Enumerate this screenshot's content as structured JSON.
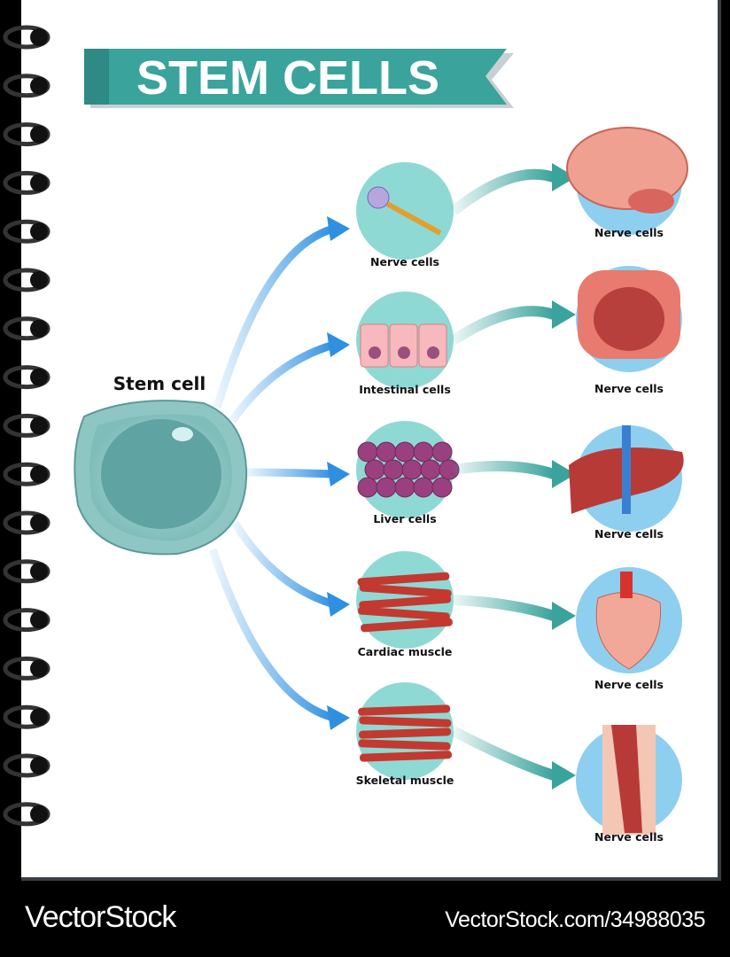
{
  "title": "STEM CELLS",
  "source": {
    "label": "Stem cell"
  },
  "colors": {
    "banner": "#3aa39c",
    "middle_circle": "#8fd9d5",
    "right_circle": "#8ecff0",
    "blue_arrow": "#3a9be6",
    "teal_arrow": "#3aa39c",
    "stem_cell": "#8ec6c4"
  },
  "branches": [
    {
      "cell_label": "Nerve cells",
      "cell_icon": "neuron-icon",
      "organ_label": "Nerve cells",
      "organ_icon": "brain-icon"
    },
    {
      "cell_label": "Intestinal cells",
      "cell_icon": "intestinal-cells-icon",
      "organ_label": "Nerve cells",
      "organ_icon": "intestine-icon"
    },
    {
      "cell_label": "Liver cells",
      "cell_icon": "liver-cells-icon",
      "organ_label": "Nerve cells",
      "organ_icon": "liver-icon"
    },
    {
      "cell_label": "Cardiac muscle",
      "cell_icon": "cardiac-muscle-icon",
      "organ_label": "Nerve cells",
      "organ_icon": "heart-icon"
    },
    {
      "cell_label": "Skeletal muscle",
      "cell_icon": "skeletal-muscle-icon",
      "organ_label": "Nerve cells",
      "organ_icon": "leg-muscle-icon"
    }
  ],
  "footer": {
    "brand": "VectorStock",
    "url": "VectorStock.com/34988035"
  }
}
